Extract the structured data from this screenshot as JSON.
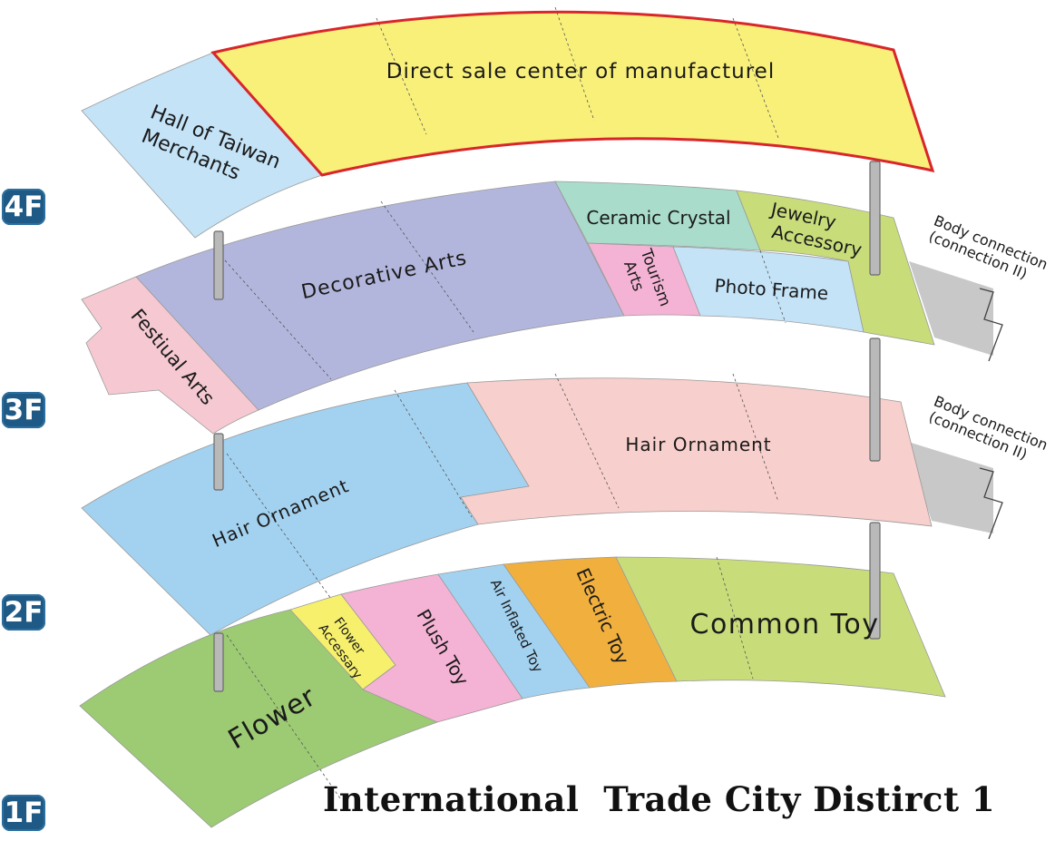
{
  "title": "International  Trade City Distirct 1",
  "floors": [
    "4F",
    "3F",
    "2F",
    "1F"
  ],
  "zones": {
    "direct_sale": "Direct sale center of manufacturel",
    "taiwan_hall_line1": "Hall of Taiwan",
    "taiwan_hall_line2": "Merchants",
    "decorative_arts": "Decorative Arts",
    "festival_arts": "Festiual Arts",
    "ceramic_crystal": "Ceramic Crystal",
    "jewelry_line1": "Jewelry",
    "jewelry_line2": "Accessory",
    "tourism_line1": "Tourism",
    "tourism_line2": "Arts",
    "photo_frame": "Photo Frame",
    "hair_ornament_left": "Hair Ornament",
    "hair_ornament_right": "Hair Ornament",
    "flower": "Flower",
    "flower_accessary_line1": "Flower",
    "flower_accessary_line2": "Accessary",
    "plush_toy": "Plush Toy",
    "air_inflated_toy": "Air Inflated Toy",
    "electric_toy": "Electric Toy",
    "common_toy": "Common Toy"
  },
  "connections": [
    {
      "line1": "Body connection",
      "line2": "(connection II)"
    },
    {
      "line1": "Body connection",
      "line2": "(connection II)"
    }
  ],
  "colors": {
    "yellow": "#f9f07a",
    "light_blue": "#c4e3f7",
    "lavender": "#b3b6dc",
    "pink": "#f6c9d2",
    "teal": "#a9dccb",
    "lime": "#c8dd7a",
    "hot_pink": "#f4b3d4",
    "sky": "#a3d2f0",
    "salmon": "#f7cfcc",
    "green": "#9ccb73",
    "bright_yellow": "#f6f06c",
    "orange": "#f1b03e",
    "border_red": "#d8262b",
    "badge_blue": "#1f5a86"
  }
}
